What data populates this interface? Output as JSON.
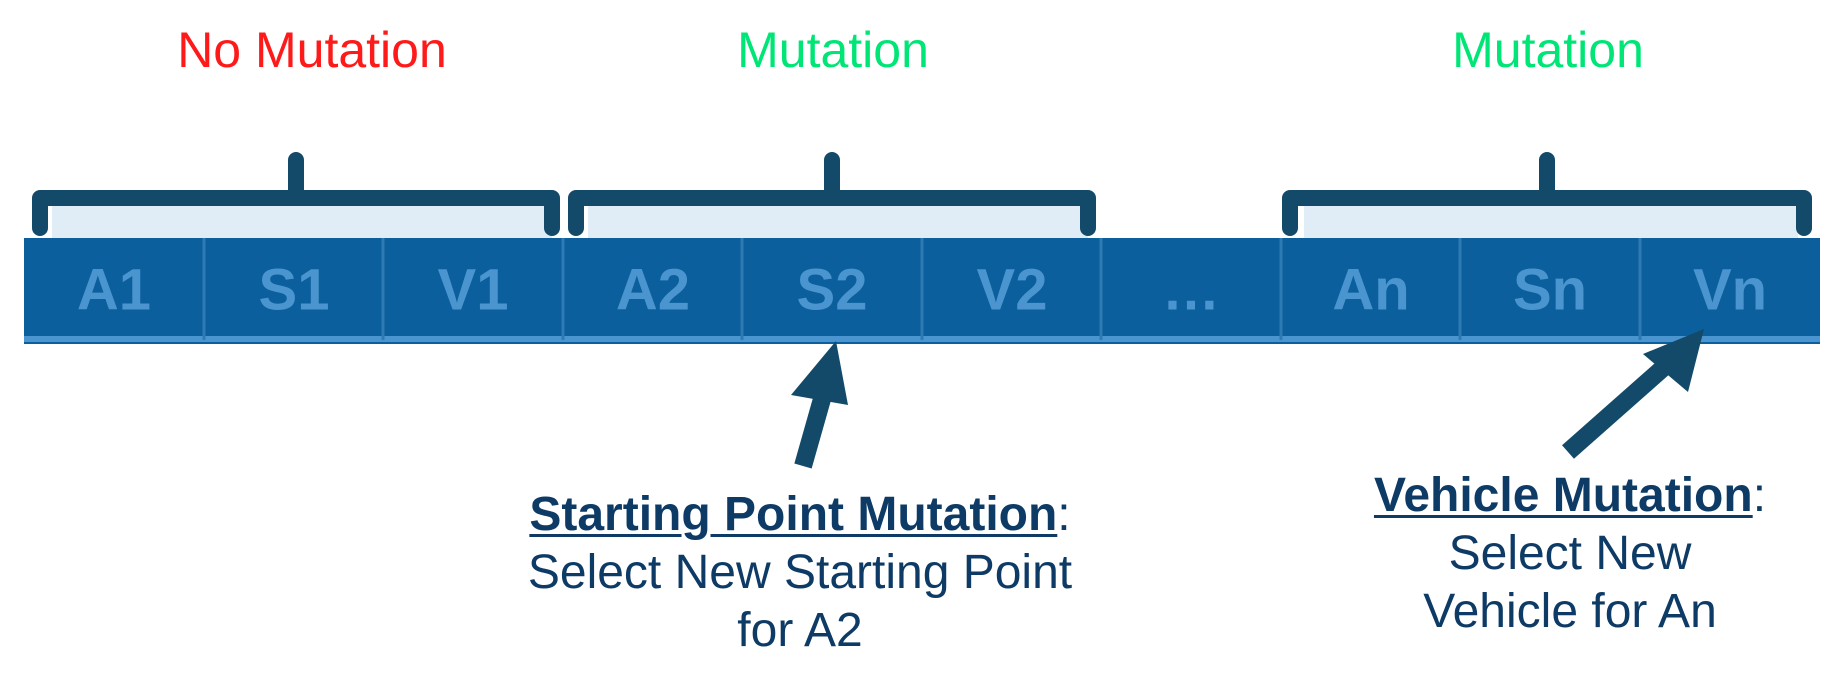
{
  "group_labels": {
    "no_mutation": "No Mutation",
    "mutation_1": "Mutation",
    "mutation_2": "Mutation"
  },
  "cells": [
    "A1",
    "S1",
    "V1",
    "A2",
    "S2",
    "V2",
    "…",
    "An",
    "Sn",
    "Vn"
  ],
  "callouts": {
    "starting_point": {
      "title": "Starting Point Mutation",
      "colon": ":",
      "line1": "Select New Starting Point",
      "line2": "for A2"
    },
    "vehicle": {
      "title": "Vehicle Mutation",
      "colon": ":",
      "line1": "Select New",
      "line2": "Vehicle for An"
    }
  },
  "colors": {
    "no_mutation": "#ff1a1a",
    "mutation": "#00e676",
    "strip": "#0a5f9c",
    "cell_text": "#4a95cf",
    "bracket": "#134a6a",
    "bracket_fill": "#e0edf6",
    "callout_text": "#0d3b66"
  }
}
